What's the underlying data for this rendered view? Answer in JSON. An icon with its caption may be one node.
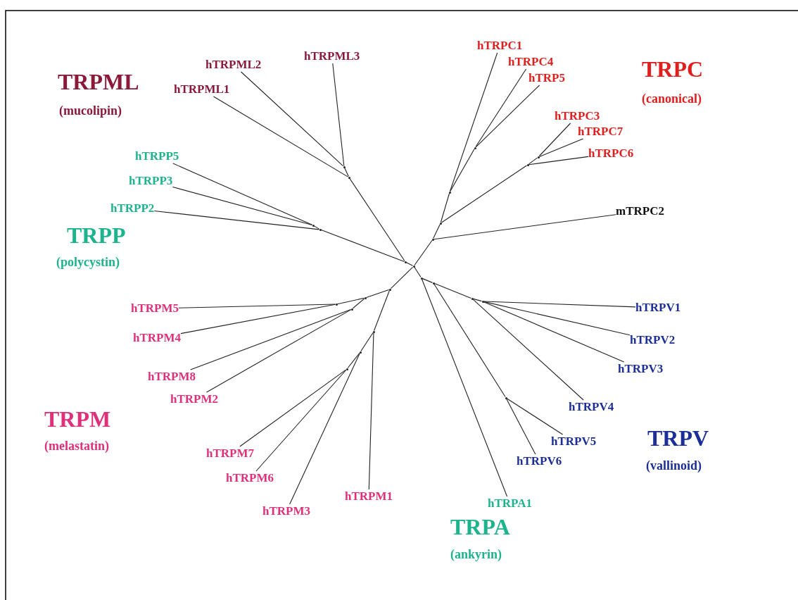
{
  "diagram": {
    "nodes": [
      {
        "text": [
          "hTRPML3"
        ]
      },
      {
        "text": [
          "hTRPML2"
        ]
      },
      {
        "text": [
          "hTRPML1"
        ]
      },
      {
        "text": [
          "hTRPC1"
        ]
      },
      {
        "text": [
          "hTRPC4"
        ]
      },
      {
        "text": [
          "hTRP5"
        ]
      },
      {
        "text": [
          "hTRPC3"
        ]
      },
      {
        "text": [
          "hTRPC7"
        ]
      },
      {
        "text": [
          "hTRPC6"
        ]
      },
      {
        "text": [
          "hTRPP5"
        ]
      },
      {
        "text": [
          "hTRPP3"
        ]
      },
      {
        "text": [
          "hTRPP2"
        ]
      },
      {
        "text": [
          "mTRPC2"
        ]
      },
      {
        "text": [
          "hTRPM5"
        ]
      },
      {
        "text": [
          "hTRPV1"
        ]
      },
      {
        "text": [
          "hTRPM4"
        ]
      },
      {
        "text": [
          "hTRPV2"
        ]
      },
      {
        "text": [
          "hTRPV3"
        ]
      },
      {
        "text": [
          "hTRPM8"
        ]
      },
      {
        "text": [
          "hTRPM2"
        ]
      },
      {
        "text": [
          "hTRPV4"
        ]
      },
      {
        "text": [
          "hTRPV5"
        ]
      },
      {
        "text": [
          "hTRPM7"
        ]
      },
      {
        "text": [
          "hTRPV6"
        ]
      },
      {
        "text": [
          "hTRPM6"
        ]
      },
      {
        "text": [
          "hTRPM1"
        ]
      },
      {
        "text": [
          "hTRPM3"
        ]
      },
      {
        "text": [
          "hTRPA1"
        ]
      },
      {
        "text": [],
        "shape": "point"
      },
      {
        "text": [],
        "shape": "point"
      },
      {
        "text": [],
        "shape": "point"
      },
      {
        "text": [],
        "shape": "point"
      },
      {
        "text": [],
        "shape": "point"
      },
      {
        "text": [],
        "shape": "point"
      },
      {
        "text": [],
        "shape": "point"
      },
      {
        "text": [],
        "shape": "point"
      },
      {
        "text": [],
        "shape": "point"
      },
      {
        "text": [],
        "shape": "point"
      },
      {
        "text": [],
        "shape": "point"
      },
      {
        "text": [],
        "shape": "point"
      },
      {
        "text": [],
        "shape": "point"
      },
      {
        "text": [],
        "shape": "point"
      },
      {
        "text": [],
        "shape": "point"
      },
      {
        "text": [],
        "shape": "point"
      },
      {
        "text": [],
        "shape": "point"
      },
      {
        "text": [],
        "shape": "point"
      },
      {
        "text": [],
        "shape": "point"
      },
      {
        "text": [],
        "shape": "point"
      },
      {
        "text": [],
        "shape": "point"
      },
      {
        "text": [],
        "shape": "point"
      },
      {
        "text": [],
        "shape": "point"
      },
      {
        "text": [],
        "shape": "point"
      }
    ],
    "edges": [
      {
        "from": 28,
        "to": 29,
        "arrow": "none"
      },
      {
        "from": 29,
        "to": 30,
        "arrow": "none"
      },
      {
        "from": 30,
        "to": 31,
        "arrow": "none"
      },
      {
        "from": 31,
        "to": 1,
        "arrow": "none"
      },
      {
        "from": 31,
        "to": 0,
        "arrow": "none"
      },
      {
        "from": 30,
        "to": 2,
        "arrow": "none"
      },
      {
        "from": 29,
        "to": 32,
        "arrow": "none"
      },
      {
        "from": 32,
        "to": 11,
        "arrow": "none"
      },
      {
        "from": 32,
        "to": 33,
        "arrow": "none"
      },
      {
        "from": 33,
        "to": 9,
        "arrow": "none"
      },
      {
        "from": 33,
        "to": 10,
        "arrow": "none"
      },
      {
        "from": 28,
        "to": 34,
        "arrow": "none"
      },
      {
        "from": 34,
        "to": 12,
        "arrow": "none"
      },
      {
        "from": 34,
        "to": 35,
        "arrow": "none"
      },
      {
        "from": 35,
        "to": 36,
        "arrow": "none"
      },
      {
        "from": 36,
        "to": 3,
        "arrow": "none"
      },
      {
        "from": 36,
        "to": 37,
        "arrow": "none"
      },
      {
        "from": 37,
        "to": 4,
        "arrow": "none"
      },
      {
        "from": 37,
        "to": 5,
        "arrow": "none"
      },
      {
        "from": 35,
        "to": 38,
        "arrow": "none"
      },
      {
        "from": 38,
        "to": 8,
        "arrow": "none"
      },
      {
        "from": 38,
        "to": 39,
        "arrow": "none"
      },
      {
        "from": 39,
        "to": 6,
        "arrow": "none"
      },
      {
        "from": 39,
        "to": 7,
        "arrow": "none"
      },
      {
        "from": 28,
        "to": 40,
        "arrow": "none"
      },
      {
        "from": 40,
        "to": 41,
        "arrow": "none"
      },
      {
        "from": 41,
        "to": 42,
        "arrow": "none"
      },
      {
        "from": 42,
        "to": 13,
        "arrow": "none"
      },
      {
        "from": 42,
        "to": 15,
        "arrow": "none"
      },
      {
        "from": 41,
        "to": 43,
        "arrow": "none"
      },
      {
        "from": 43,
        "to": 18,
        "arrow": "none"
      },
      {
        "from": 43,
        "to": 19,
        "arrow": "none"
      },
      {
        "from": 40,
        "to": 44,
        "arrow": "none"
      },
      {
        "from": 44,
        "to": 25,
        "arrow": "none"
      },
      {
        "from": 44,
        "to": 45,
        "arrow": "none"
      },
      {
        "from": 45,
        "to": 26,
        "arrow": "none"
      },
      {
        "from": 45,
        "to": 46,
        "arrow": "none"
      },
      {
        "from": 46,
        "to": 22,
        "arrow": "none"
      },
      {
        "from": 46,
        "to": 24,
        "arrow": "none"
      },
      {
        "from": 28,
        "to": 47,
        "arrow": "none"
      },
      {
        "from": 47,
        "to": 27,
        "arrow": "none"
      },
      {
        "from": 47,
        "to": 48,
        "arrow": "none"
      },
      {
        "from": 48,
        "to": 49,
        "arrow": "none"
      },
      {
        "from": 49,
        "to": 21,
        "arrow": "none"
      },
      {
        "from": 49,
        "to": 23,
        "arrow": "none"
      },
      {
        "from": 48,
        "to": 50,
        "arrow": "none"
      },
      {
        "from": 50,
        "to": 20,
        "arrow": "none"
      },
      {
        "from": 50,
        "to": 51,
        "arrow": "none"
      },
      {
        "from": 51,
        "to": 14,
        "arrow": "none"
      },
      {
        "from": 51,
        "to": 16,
        "arrow": "none"
      },
      {
        "from": 51,
        "to": 17,
        "arrow": "none"
      }
    ],
    "labels": [
      "TRPML",
      "(mucolipin)",
      "TRPC",
      "(canonical)",
      "TRPP",
      "(polycystin)",
      "TRPM",
      "(melastatin)",
      "TRPV",
      "(vallinoid)",
      "TRPA",
      "(ankyrin)"
    ]
  }
}
